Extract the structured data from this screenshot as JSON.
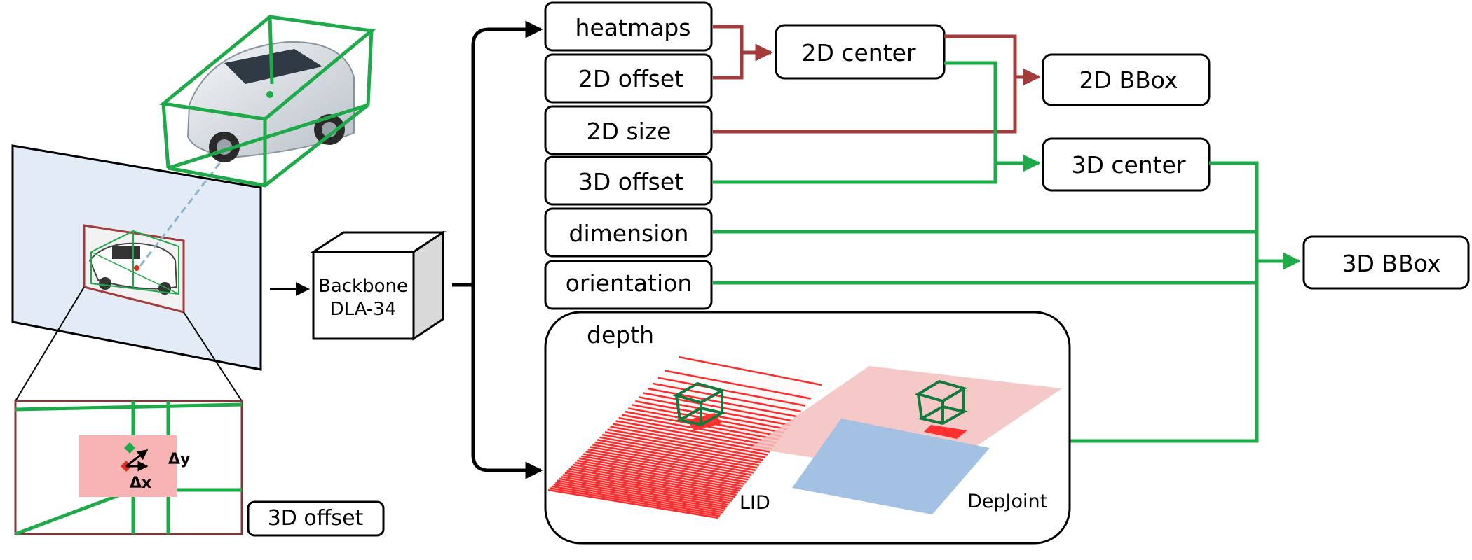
{
  "colors": {
    "green": "#1faa4a",
    "red": "#a33b3b",
    "box_stroke": "#000000",
    "plane_blue": "#e3ecf6",
    "lid_red": "#ff0000",
    "depjoint_blue": "#a3c1e3",
    "depjoint_pink": "#f5c0c0",
    "cube_green": "#137a3f"
  },
  "backbone": {
    "line1": "Backbone",
    "line2": "DLA-34"
  },
  "heads": {
    "heatmaps": "heatmaps",
    "offset2d": "2D offset",
    "size2d": "2D size",
    "offset3d": "3D offset",
    "dimension": "dimension",
    "orientation": "orientation"
  },
  "outputs": {
    "center2d": "2D center",
    "bbox2d": "2D BBox",
    "center3d": "3D center",
    "bbox3d": "3D BBox"
  },
  "depth": {
    "title": "depth",
    "lid": "LID",
    "depjoint": "DepJoint"
  },
  "inset": {
    "dx": "Δx",
    "dy": "Δy",
    "label": "3D offset"
  }
}
